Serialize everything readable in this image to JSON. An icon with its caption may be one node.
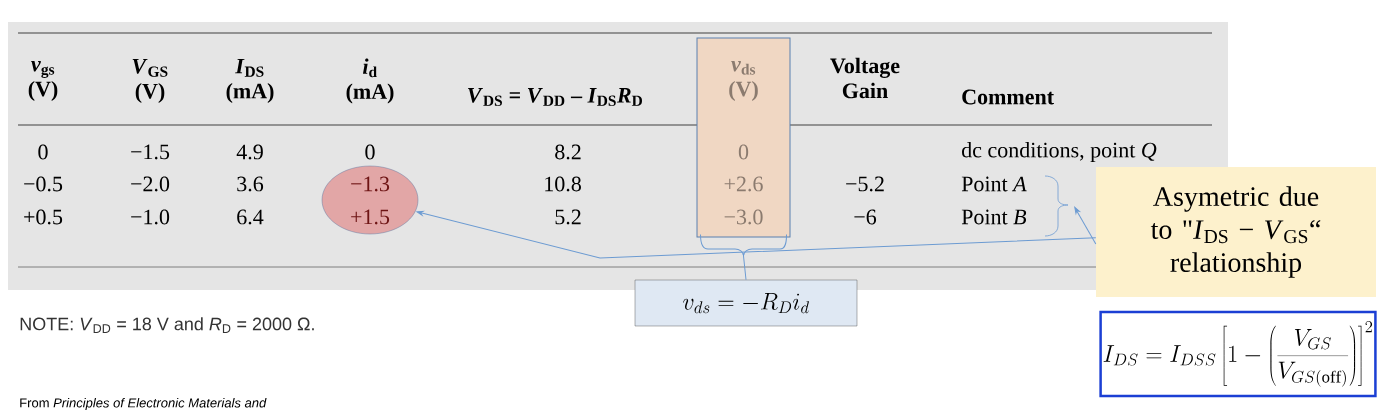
{
  "diagram": {
    "nodes": [
      {
        "text": [
          "−1.3",
          "+1.5"
        ]
      },
      {
        "text": [
          "*v*$_{ds}$ (V)",
          "0",
          "+2.6",
          "−3.0"
        ]
      },
      {
        "text": [
          "v_{ds} = -R_D i_d"
        ]
      },
      {
        "text": [
          "Asymetric due to \"*I*$_{DS}$ − *V*$_{GS}$“ relationship"
        ]
      },
      {
        "text": [
          "I_{DS} = I_{DSS}\\left[1-\\left(\\frac{V_{GS}}{V_{GS(\\mathrm{off})}}\\right)\\right]^2"
        ]
      }
    ],
    "edges": [
      {
        "from": 3,
        "to": 0,
        "arrow": "to"
      },
      {
        "from": 1,
        "to": 2,
        "arrow": "none"
      },
      {
        "from": 3,
        "to": null,
        "arrow": "to"
      }
    ],
    "labels": [
      "*v*$_{gs}$ (V)",
      "*V*$_{GS}$ (V)",
      "*I*$_{DS}$ (mA)",
      "*i*$_{d}$ (mA)",
      "*V*$_{DS}$ = *V*$_{DD}$ – *I*$_{DS}$*R*$_{D}$",
      "Voltage Gain",
      "Comment",
      "0",
      "−1.5",
      "4.9",
      "0",
      "8.2",
      "dc conditions, point *Q*",
      "−0.5",
      "−2.0",
      "3.6",
      "10.8",
      "−5.2",
      "Point *A*",
      "+0.5",
      "−1.0",
      "6.4",
      "5.2",
      "−6",
      "Point *B*",
      "NOTE: *V*$_{DD}$ = 18 V and *R*$_{D}$ = 2000 Ω.",
      "From *Principles of Electronic Materials and*"
    ]
  }
}
